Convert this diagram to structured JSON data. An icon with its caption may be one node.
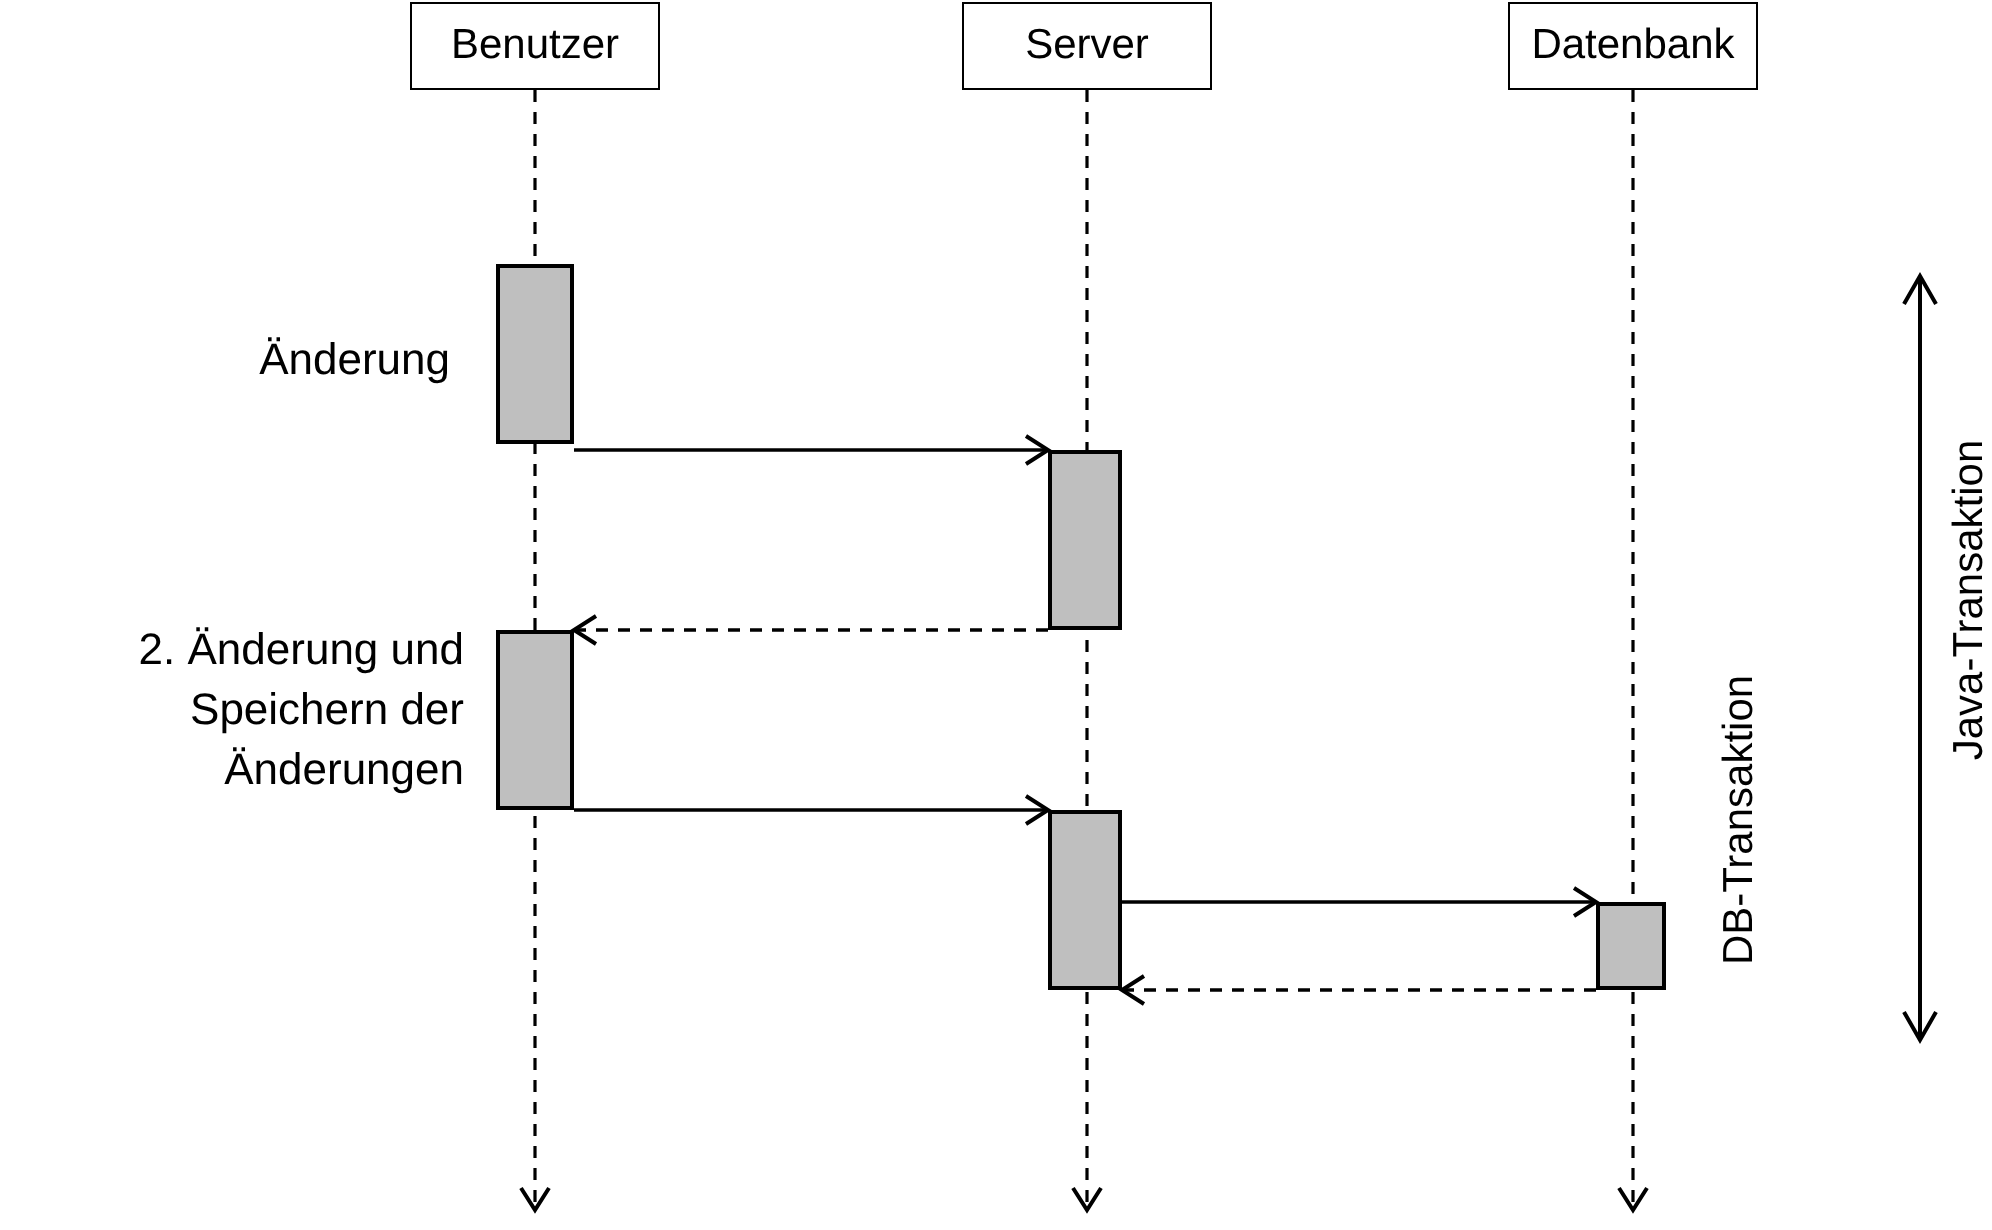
{
  "diagram": {
    "nodes": [
      {
        "text": [
          "Benutzer"
        ]
      },
      {
        "text": [
          "Server"
        ]
      },
      {
        "text": [
          "Datenbank"
        ]
      },
      {
        "text": [],
        "shape": "bar",
        "beside": [
          "Änderung"
        ]
      },
      {
        "text": [],
        "shape": "bar"
      },
      {
        "text": [],
        "shape": "bar",
        "beside": [
          "2. Änderung und Speichern der Änderungen"
        ]
      },
      {
        "text": [],
        "shape": "bar"
      },
      {
        "text": [],
        "shape": "bar"
      }
    ],
    "edges": [
      {
        "from": 0,
        "to": null,
        "arrow": "to",
        "style": "dashed"
      },
      {
        "from": 1,
        "to": null,
        "arrow": "to",
        "style": "dashed"
      },
      {
        "from": 2,
        "to": null,
        "arrow": "to",
        "style": "dashed"
      },
      {
        "from": 3,
        "to": 4,
        "arrow": "to"
      },
      {
        "from": 4,
        "to": 5,
        "arrow": "to",
        "style": "dashed"
      },
      {
        "from": 5,
        "to": 6,
        "arrow": "to"
      },
      {
        "from": 6,
        "to": 7,
        "arrow": "to"
      },
      {
        "from": 7,
        "to": 6,
        "arrow": "to",
        "style": "dashed"
      }
    ],
    "labels": [
      "DB-Transaktion",
      "Java-Transaktion"
    ]
  }
}
